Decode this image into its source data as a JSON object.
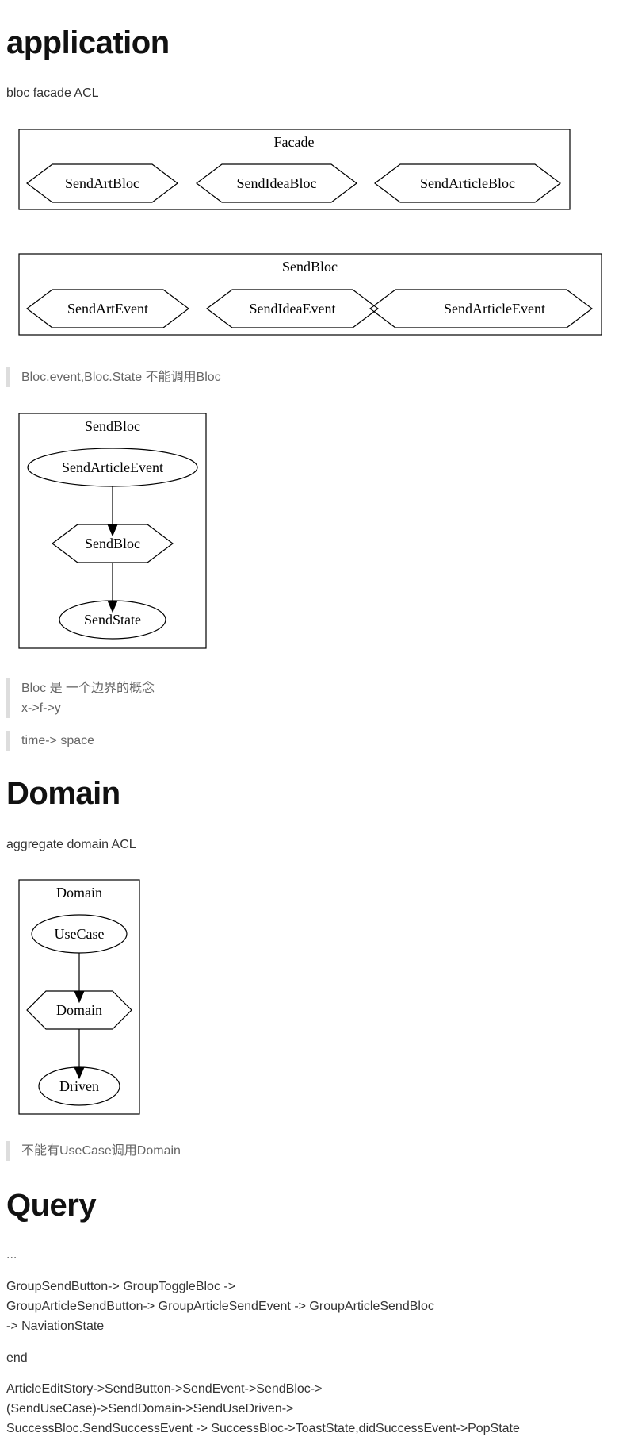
{
  "application": {
    "heading": "application",
    "intro": "bloc facade ACL",
    "facade_diagram": {
      "cluster_label": "Facade",
      "nodes": [
        "SendArtBloc",
        "SendIdeaBloc",
        "SendArticleBloc"
      ]
    },
    "sendbloc_diagram": {
      "cluster_label": "SendBloc",
      "nodes": [
        "SendArtEvent",
        "SendIdeaEvent",
        "SendArticleEvent"
      ]
    },
    "quote1": "Bloc.event,Bloc.State 不能调用Bloc",
    "flow_diagram": {
      "cluster_label": "SendBloc",
      "top": "SendArticleEvent",
      "middle": "SendBloc",
      "bottom": "SendState"
    },
    "quote2": {
      "line1": "Bloc 是 一个边界的概念",
      "line2": "x->f->y"
    },
    "quote3": "time-> space"
  },
  "domain": {
    "heading": "Domain",
    "intro": "aggregate domain ACL",
    "diagram": {
      "cluster_label": "Domain",
      "top": "UseCase",
      "middle": "Domain",
      "bottom": "Driven"
    },
    "quote": "不能有UseCase调用Domain"
  },
  "query": {
    "heading": "Query",
    "ellipsis": "...",
    "flow1": {
      "line1": "GroupSendButton-> GroupToggleBloc ->",
      "line2": "GroupArticleSendButton-> GroupArticleSendEvent -> GroupArticleSendBloc",
      "line3": "-> NaviationState"
    },
    "end": "end",
    "flow2": {
      "line1": "ArticleEditStory->SendButton->SendEvent->SendBloc->",
      "line2": "(SendUseCase)->SendDomain->SendUseDriven->",
      "line3": "SuccessBloc.SendSuccessEvent -> SuccessBloc->ToastState,didSuccessEvent->PopState"
    }
  }
}
